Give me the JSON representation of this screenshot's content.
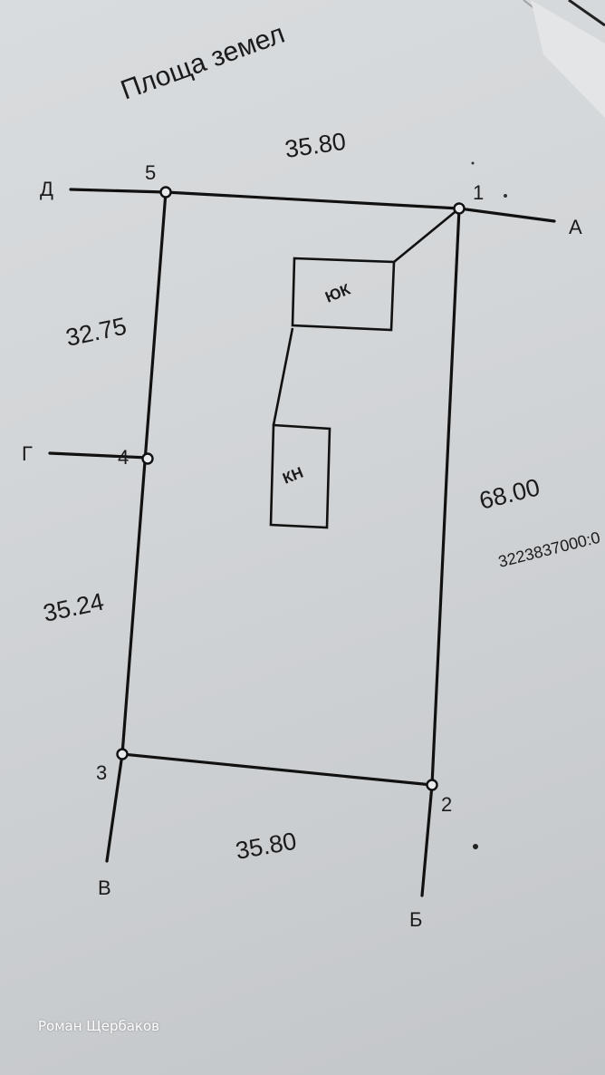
{
  "title": "Площа земел",
  "boundary_points": {
    "p1": "1",
    "p2": "2",
    "p3": "3",
    "p4": "4",
    "p5": "5"
  },
  "neighbor_labels": {
    "a": "А",
    "b": "Б",
    "v": "В",
    "g": "Г",
    "d": "Д"
  },
  "dimensions": {
    "top": "35.80",
    "bottom": "35.80",
    "left_upper": "32.75",
    "left_lower": "35.24",
    "right": "68.00"
  },
  "buildings": {
    "summer_kitchen": "ЮК",
    "house": "КН"
  },
  "cadastral_number": "3223837000:0",
  "watermark": "Роман Щербаков"
}
